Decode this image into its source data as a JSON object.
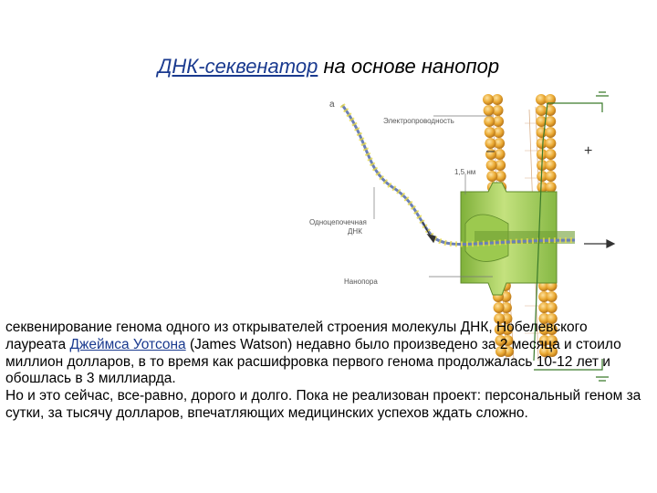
{
  "slide": {
    "title_link": "ДНК-секвенатор",
    "title_rest": " на основе нанопор"
  },
  "figure": {
    "panel_letter": "а",
    "label_conductivity": "Электропроводность",
    "label_size": "1,5 нм",
    "label_ssdna_line1": "Одноцепочечная",
    "label_ssdna_line2": "ДНК",
    "label_nanopore": "Нанопора",
    "sign_minus": "–",
    "sign_plus": "+"
  },
  "body": {
    "para1_part1": "секвенирование генома одного из открывателей строения молекулы ДНК, Нобелевского лауреата ",
    "para1_link": "Джеймса Уотсона",
    "para1_part2": " (James Watson) недавно было произведено за 2 месяца и стоило миллион долларов, в то время как расшифровка первого генома продолжалась 10-12 лет и обошлась в 3 миллиарда.",
    "para2": "Но и это сейчас, все-равно, дорого и долго. Пока не реализован проект: персональный геном за сутки, за тысячу долларов, впечатляющих медицинских успехов ждать сложно."
  },
  "colors": {
    "link": "#1a3a8f",
    "lipid_head": "#e8a42a",
    "pore_green": "#a8d25a",
    "dna_blue": "#6a7fb8"
  }
}
